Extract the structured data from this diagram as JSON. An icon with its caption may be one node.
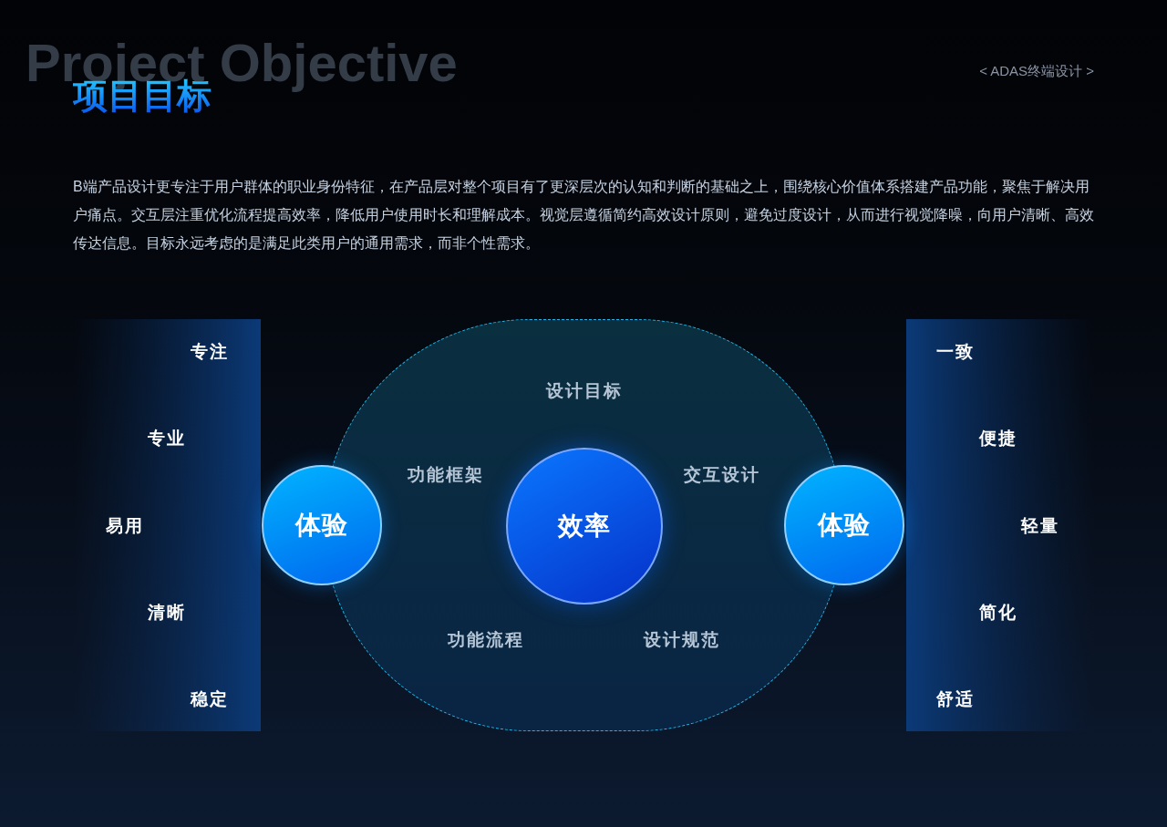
{
  "diagram": {
    "title": "项目目标",
    "nodes": [
      {
        "text": [
          "专注",
          "专业",
          "易用",
          "清晰",
          "稳定"
        ]
      },
      {
        "text": [
          "体验"
        ]
      },
      {
        "text": [
          "设计目标",
          "功能框架",
          "交互设计",
          "功能流程",
          "设计规范"
        ]
      },
      {
        "text": [
          "效率"
        ],
        "in": 2
      },
      {
        "text": [
          "体验"
        ]
      },
      {
        "text": [
          "一致",
          "便捷",
          "轻量",
          "简化",
          "舒适"
        ]
      }
    ],
    "labels": [
      "Project Objective",
      "< ADAS终端设计 >",
      "B端产品设计更专注于用户群体的职业身份特征，在产品层对整个项目有了更深层次的认知和判断的基础之上，围绕核心价值体系搭建产品功能，聚焦于解决用户痛点。交互层注重优化流程提高效率，降低用户使用时长和理解成本。视觉层遵循简约高效设计原则，避免过度设计，从而进行视觉降噪，向用户清晰、高效传达信息。目标永远考虑的是满足此类用户的通用需求，而非个性需求。"
    ]
  }
}
